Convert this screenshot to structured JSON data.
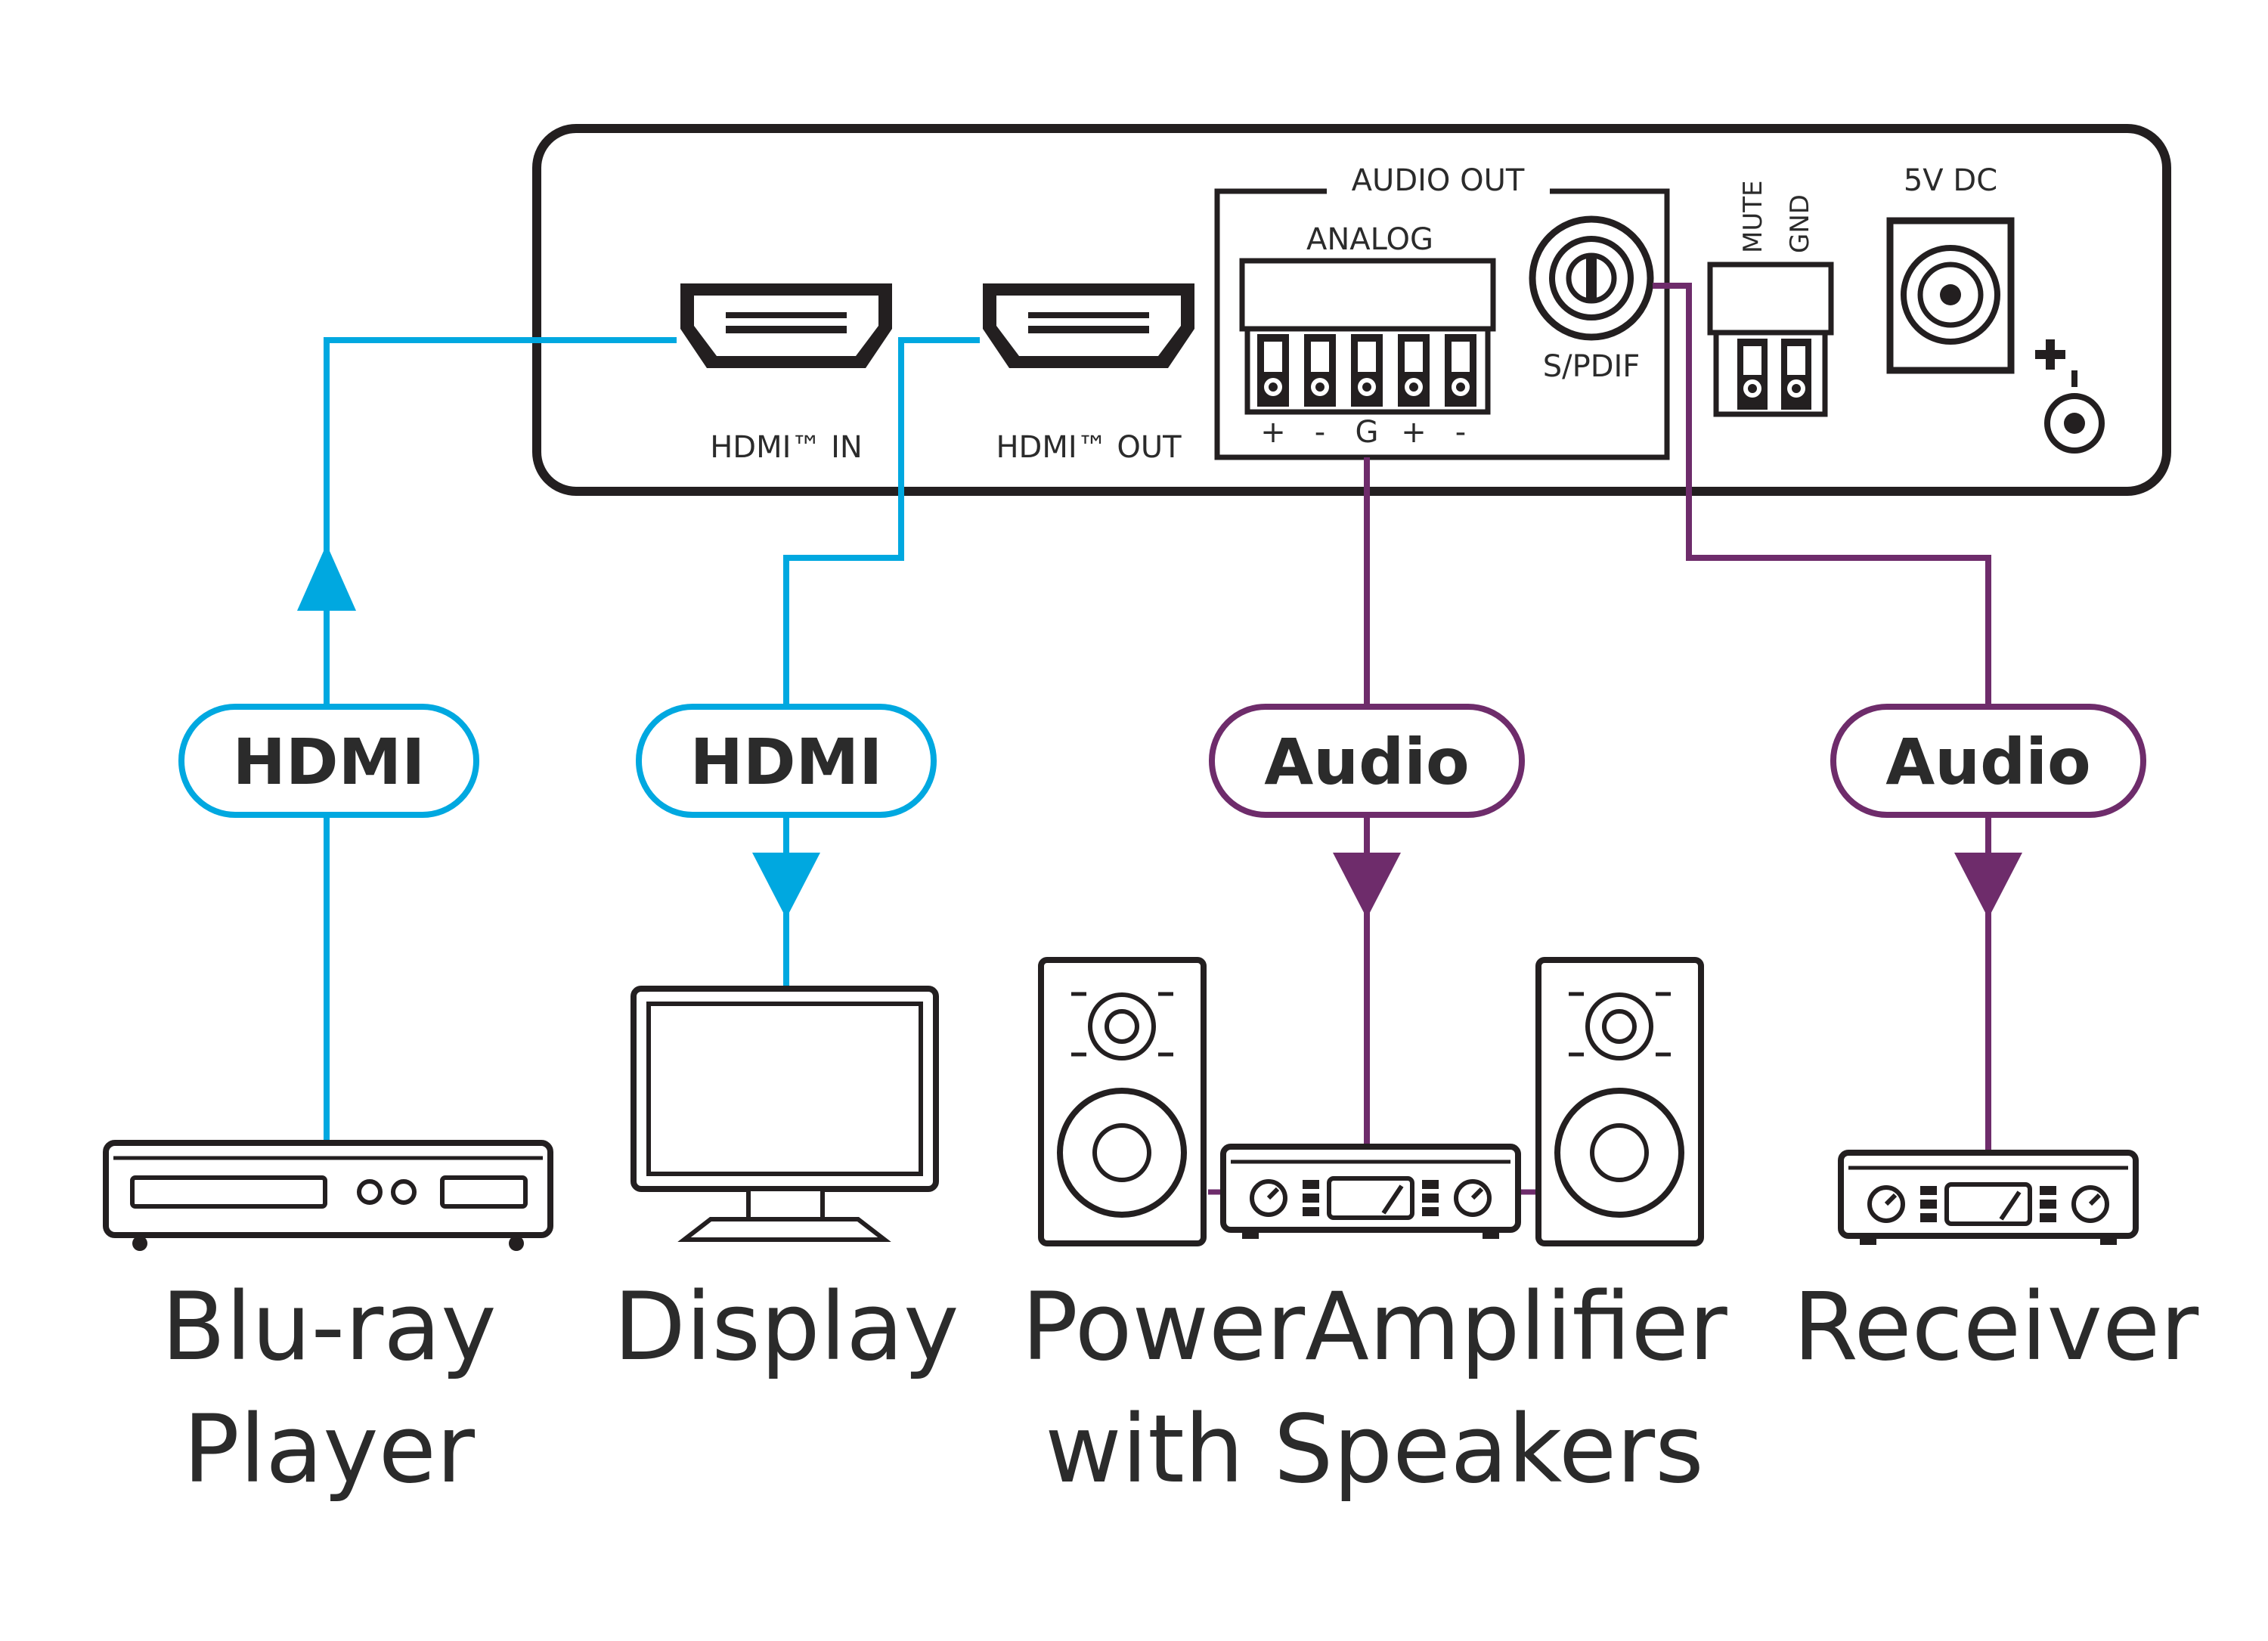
{
  "device": {
    "hdmi_in_label": "HDMI™ IN",
    "hdmi_out_label": "HDMI™ OUT",
    "audio_out_label": "AUDIO OUT",
    "analog_label": "ANALOG",
    "spdif_label": "S/PDIF",
    "mute_label": "MUTE",
    "gnd_label": "GND",
    "dc_label": "5V DC",
    "terminals": [
      "+",
      "-",
      "G",
      "+",
      "-"
    ]
  },
  "connections": [
    {
      "label": "HDMI",
      "color": "#00a8e0"
    },
    {
      "label": "HDMI",
      "color": "#00a8e0"
    },
    {
      "label": "Audio",
      "color": "#6e2c6b"
    },
    {
      "label": "Audio",
      "color": "#6e2c6b"
    }
  ],
  "devices": {
    "bluray": [
      "Blu-ray",
      "Player"
    ],
    "display": [
      "Display"
    ],
    "amplifier": [
      "PowerAmplifier",
      "with Speakers"
    ],
    "receiver": [
      "Receiver"
    ]
  },
  "icons": {
    "bluray": "bluray-player-icon",
    "display": "monitor-icon",
    "amplifier": "amplifier-icon",
    "speaker": "speaker-icon",
    "receiver": "receiver-icon"
  },
  "colors": {
    "hdmi": "#00a8e0",
    "audio": "#6e2c6b",
    "outline": "#231f20"
  }
}
